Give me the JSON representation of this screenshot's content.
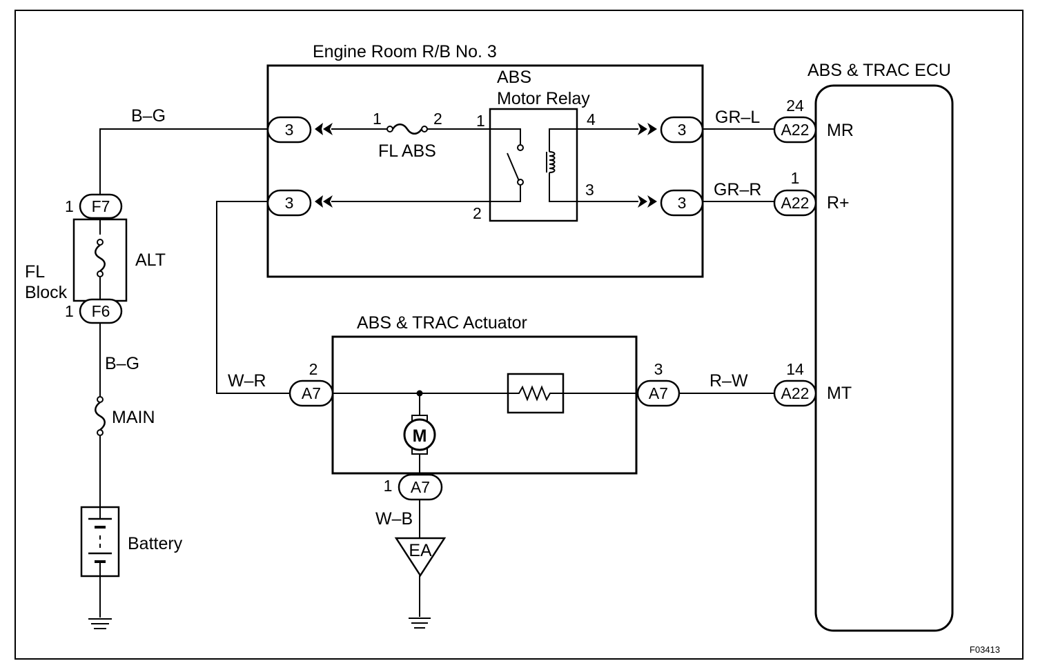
{
  "components": {
    "relay_block": "Engine Room R/B No. 3",
    "relay_name_1": "ABS",
    "relay_name_2": "Motor Relay",
    "fuse_fl_abs": "FL ABS",
    "ecu": "ABS & TRAC ECU",
    "actuator": "ABS & TRAC Actuator",
    "fl_block_1": "FL",
    "fl_block_2": "Block",
    "fuse_alt": "ALT",
    "fuse_main": "MAIN",
    "battery": "Battery",
    "motor": "M",
    "ground": "EA"
  },
  "wires": {
    "bg_top": "B–G",
    "bg_bottom": "B–G",
    "gr_l": "GR–L",
    "gr_r": "GR–R",
    "w_r": "W–R",
    "r_w": "R–W",
    "w_b": "W–B"
  },
  "connectors": {
    "rb_in_top": "3",
    "rb_in_bottom": "3",
    "rb_out_top": "3",
    "rb_out_bottom": "3",
    "f7": "F7",
    "f6": "F6",
    "a22_mr": "A22",
    "a22_rplus": "A22",
    "a22_mt": "A22",
    "a7_left": "A7",
    "a7_right": "A7",
    "a7_bottom": "A7"
  },
  "pins": {
    "fuse_left": "1",
    "fuse_right": "2",
    "relay_1": "1",
    "relay_2": "2",
    "relay_3": "3",
    "relay_4": "4",
    "f7": "1",
    "f6": "1",
    "a22_mr": "24",
    "a22_rplus": "1",
    "a22_mt": "14",
    "a7_left": "2",
    "a7_right": "3",
    "a7_bottom": "1"
  },
  "ecu_terminals": {
    "mr": "MR",
    "rplus": "R+",
    "mt": "MT"
  },
  "figure_code": "F03413"
}
